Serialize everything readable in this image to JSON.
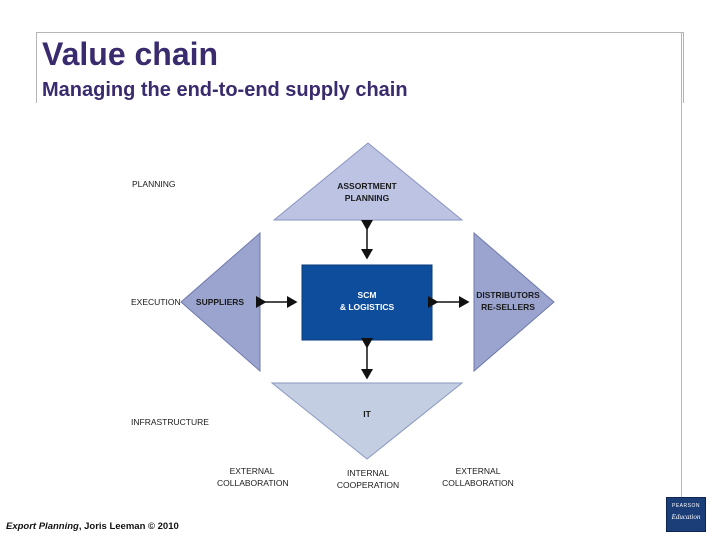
{
  "title": "Value chain",
  "subtitle": "Managing the end-to-end supply chain",
  "row_labels": {
    "planning": "PLANNING",
    "execution": "EXECUTION",
    "infrastructure": "INFRASTRUCTURE"
  },
  "nodes": {
    "assortment_line1": "ASSORTMENT",
    "assortment_line2": "PLANNING",
    "suppliers": "SUPPLIERS",
    "scm_line1": "SCM",
    "scm_line2": "& LOGISTICS",
    "distributors_line1": "DISTRIBUTORS",
    "distributors_line2": "RE-SELLERS",
    "it": "IT"
  },
  "bottom_labels": {
    "external_left_line1": "EXTERNAL",
    "external_left_line2": "COLLABORATION",
    "internal_line1": "INTERNAL",
    "internal_line2": "COOPERATION",
    "external_right_line1": "EXTERNAL",
    "external_right_line2": "COLLABORATION"
  },
  "footer": {
    "book": "Export Planning",
    "rest": ", Joris Leeman © 2010"
  },
  "logo": {
    "line1": "PEARSON",
    "line2": "Education"
  },
  "colors": {
    "title": "#3a2a6e",
    "top_triangle": "#bcc3e3",
    "side_triangles": "#9aa4cf",
    "bottom_triangle": "#c3cee3",
    "center_box": "#0e4d9c"
  }
}
